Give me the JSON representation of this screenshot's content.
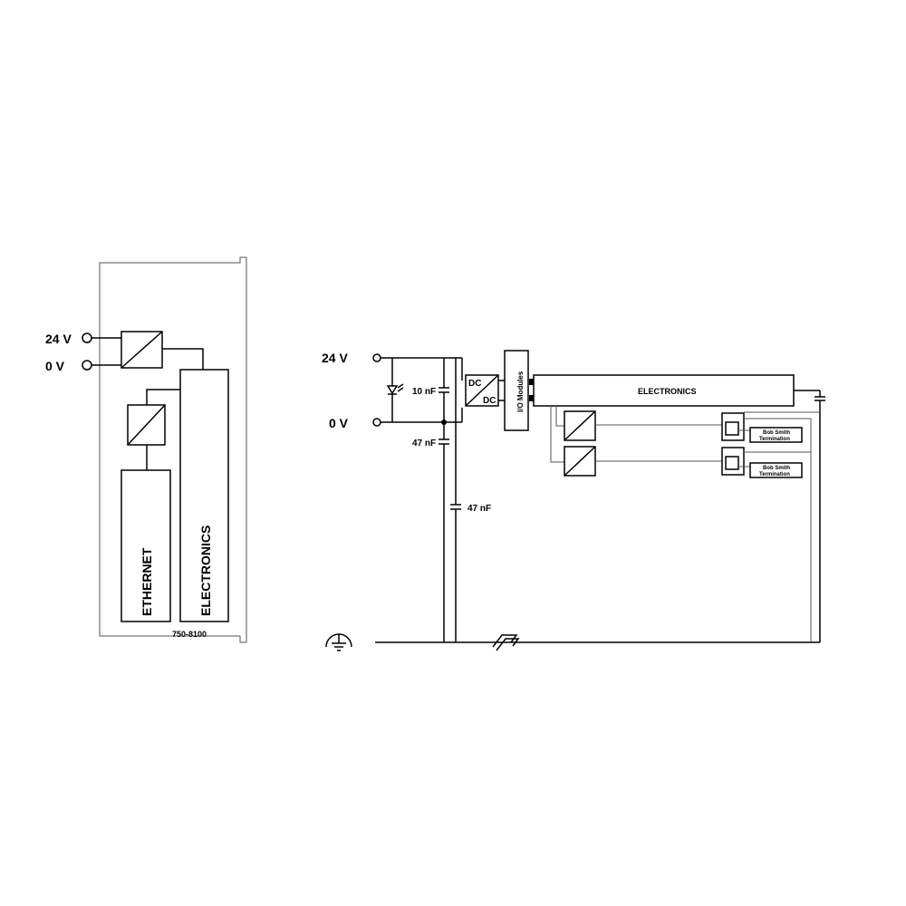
{
  "left_block": {
    "v24_label": "24 V",
    "v0_label": "0 V",
    "ethernet_label": "ETHERNET",
    "electronics_label": "ELECTRONICS",
    "part_number": "750-8100"
  },
  "right_block": {
    "v24_label": "24 V",
    "v0_label": "0 V",
    "cap_10nf": "10 nF",
    "cap_47nf_a": "47 nF",
    "cap_47nf_b": "47 nF",
    "dcdc_top": "DC",
    "dcdc_bottom": "DC",
    "io_modules_label": "I/O Modules",
    "electronics_label": "ELECTRONICS",
    "termination_1_line1": "Bob Smith",
    "termination_1_line2": "Termination",
    "termination_2_line1": "Bob Smith",
    "termination_2_line2": "Termination"
  }
}
